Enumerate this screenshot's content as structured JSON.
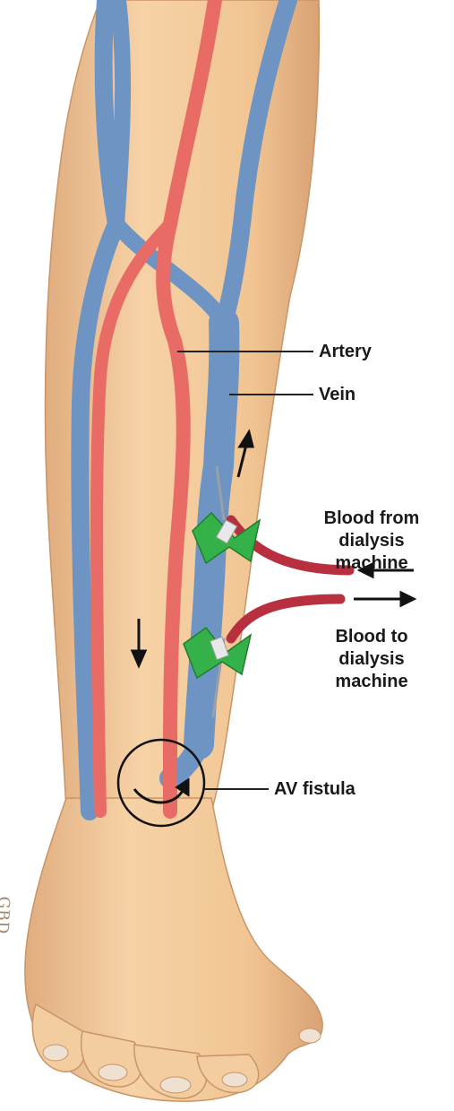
{
  "labels": {
    "artery": "Artery",
    "vein": "Vein",
    "from_line1": "Blood from",
    "from_line2": "dialysis",
    "from_line3": "machine",
    "to_line1": "Blood to",
    "to_line2": "dialysis",
    "to_line3": "machine",
    "fistula": "AV fistula"
  },
  "signature": "GBD",
  "colors": {
    "skin": "#f2c896",
    "skin_shadow": "#dca577",
    "vein": "#6e94c4",
    "artery": "#e86b66",
    "tube": "#b8303f",
    "needle_wing": "#35b14a",
    "label": "#1a1a1a"
  }
}
